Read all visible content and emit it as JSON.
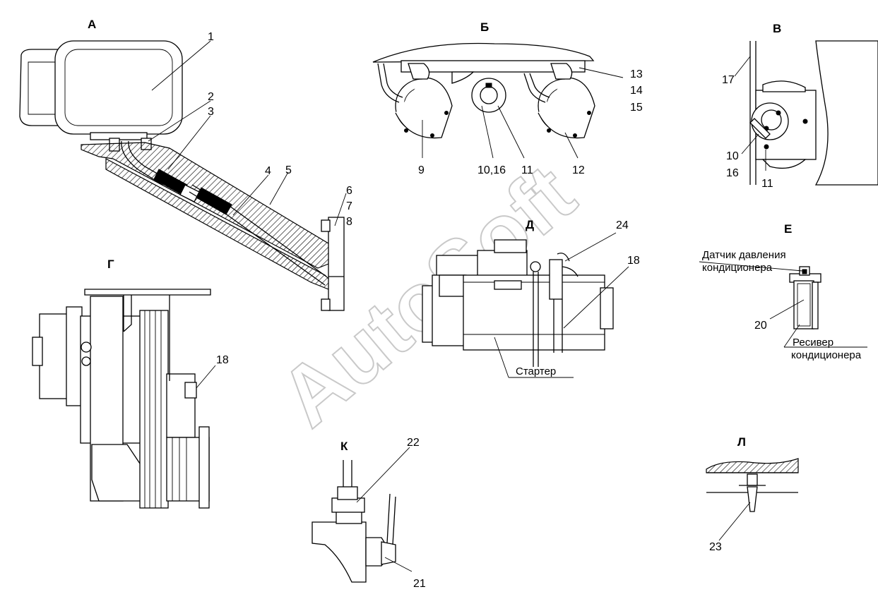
{
  "views": {
    "A": "А",
    "B": "Б",
    "V": "В",
    "G": "Г",
    "D": "Д",
    "E": "Е",
    "K": "К",
    "L": "Л"
  },
  "labels": {
    "n1": "1",
    "n2": "2",
    "n3": "3",
    "n4": "4",
    "n5": "5",
    "n6": "6",
    "n7": "7",
    "n8": "8",
    "n9": "9",
    "n10_16": "10,16",
    "n11": "11",
    "n12": "12",
    "n13": "13",
    "n14": "14",
    "n15": "15",
    "n17": "17",
    "n10": "10",
    "n16": "16",
    "n11v": "11",
    "n24": "24",
    "n18d": "18",
    "n18g": "18",
    "n20": "20",
    "n22": "22",
    "n21": "21",
    "n23": "23"
  },
  "captions": {
    "starter": "Стартер",
    "sensor_line1": "Датчик давления",
    "sensor_line2": "кондиционера",
    "receiver_line1": "Ресивер",
    "receiver_line2": "кондиционера"
  },
  "watermark": "AutoSoft"
}
